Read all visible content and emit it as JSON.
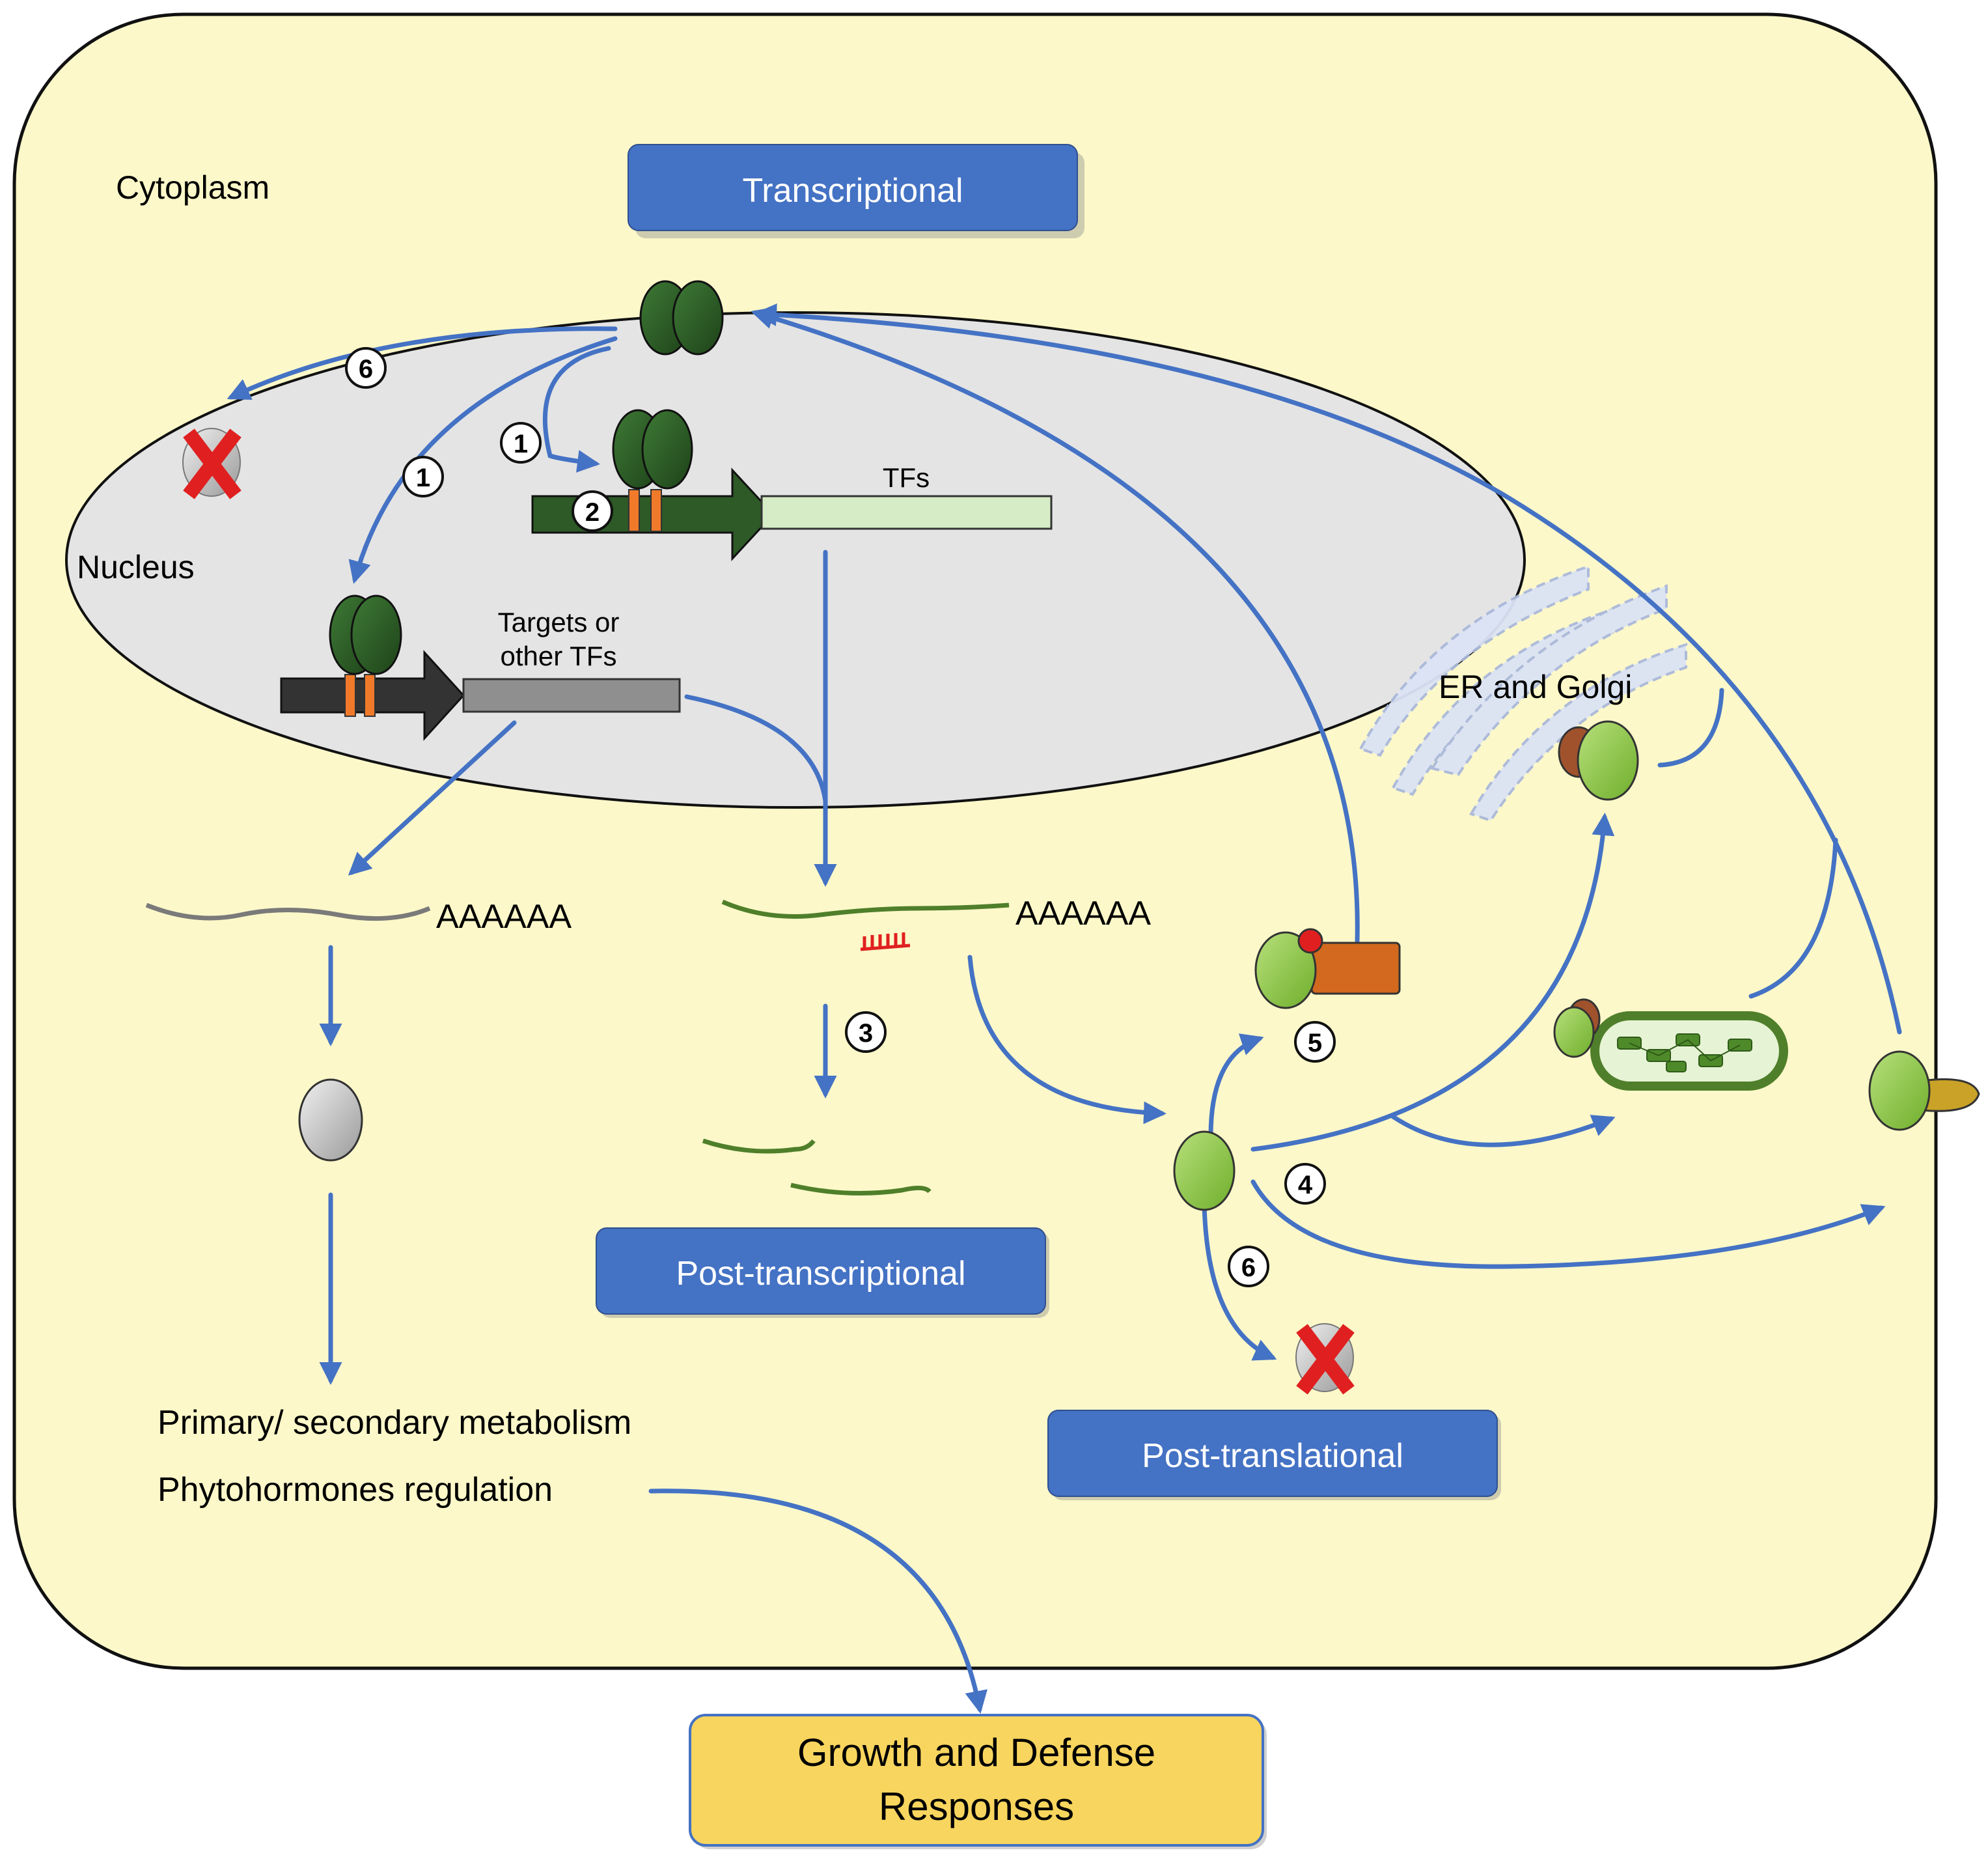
{
  "compartments": {
    "cytoplasm": "Cytoplasm",
    "nucleus": "Nucleus",
    "er_golgi": "ER and Golgi"
  },
  "levels": {
    "transcriptional": "Transcriptional",
    "post_transcriptional": "Post-transcriptional",
    "post_translational": "Post-translational"
  },
  "genes": {
    "tfs": "TFs",
    "targets_line1": "Targets or",
    "targets_line2": "other TFs"
  },
  "polya": {
    "left": "AAAAAA",
    "right": "AAAAAA"
  },
  "steps": {
    "s1a": "1",
    "s1b": "1",
    "s2": "2",
    "s3": "3",
    "s4": "4",
    "s5": "5",
    "s6a": "6",
    "s6b": "6"
  },
  "outputs": {
    "metabolism": "Primary/ secondary metabolism",
    "phytohormones": "Phytohormones regulation"
  },
  "final": {
    "line1": "Growth and Defense",
    "line2": "Responses"
  },
  "colors": {
    "cytoplasm_fill": "#fcf8c9",
    "nucleus_fill": "#e4e4e4",
    "label_box": "#4472c4",
    "final_box": "#f8d55e",
    "arrow": "#4472c4",
    "tf_dark_green": "#2d5a27",
    "protein_light_green": "#8cc63f",
    "x_mark": "#e02020"
  }
}
